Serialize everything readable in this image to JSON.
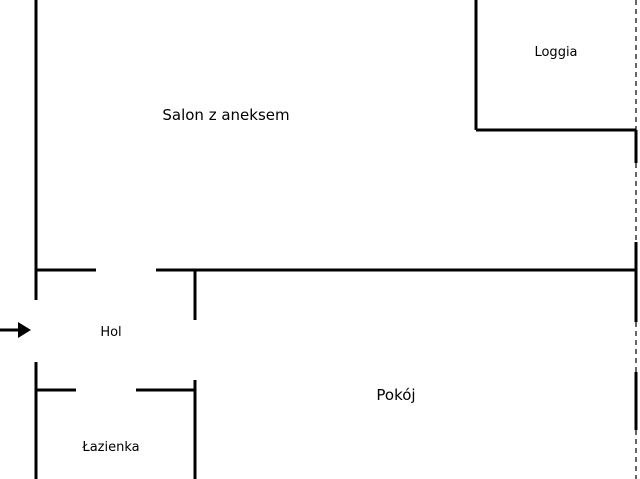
{
  "rooms": {
    "salon": "Salon z aneksem",
    "loggia": "Loggia",
    "hol": "Hol",
    "pokoj": "Pokój",
    "lazienka": "Łazienka"
  },
  "colors": {
    "walls": "#000000",
    "background": "#ffffff"
  },
  "icons": {
    "entrance": "arrow-right-icon"
  }
}
